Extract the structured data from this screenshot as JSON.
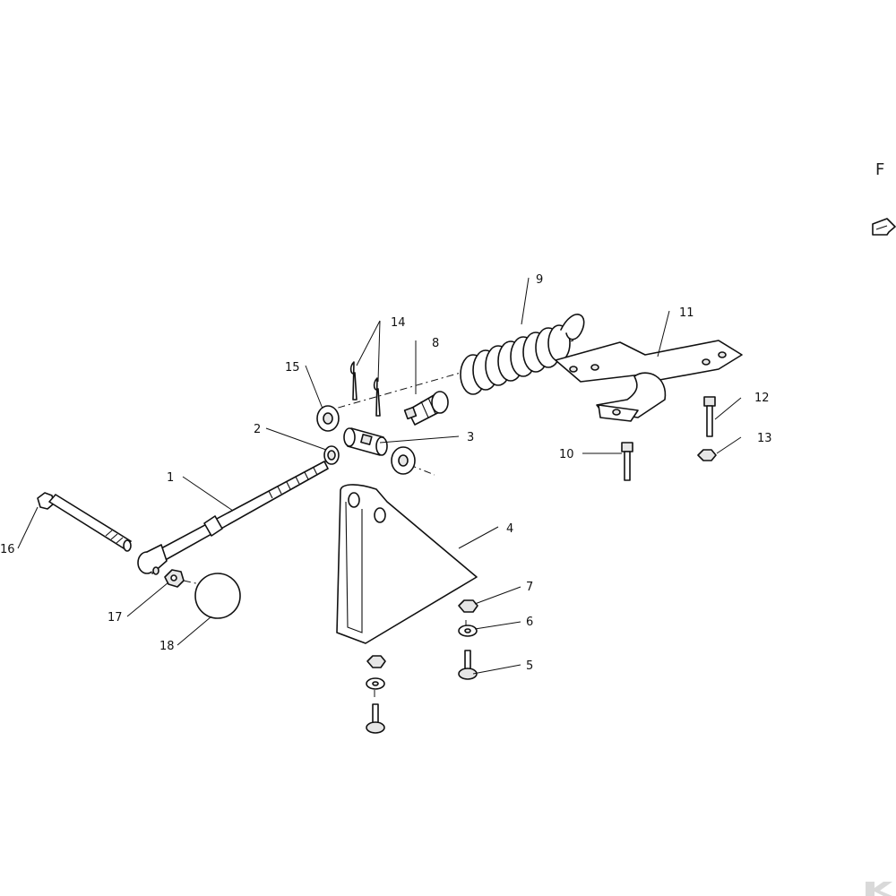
{
  "diagram": {
    "view_letter": "F",
    "callouts": [
      {
        "id": "c1",
        "label": "1"
      },
      {
        "id": "c2",
        "label": "2"
      },
      {
        "id": "c3",
        "label": "3"
      },
      {
        "id": "c4",
        "label": "4"
      },
      {
        "id": "c5",
        "label": "5"
      },
      {
        "id": "c6",
        "label": "6"
      },
      {
        "id": "c7",
        "label": "7"
      },
      {
        "id": "c8",
        "label": "8"
      },
      {
        "id": "c9",
        "label": "9"
      },
      {
        "id": "c10",
        "label": "10"
      },
      {
        "id": "c11",
        "label": "11"
      },
      {
        "id": "c12",
        "label": "12"
      },
      {
        "id": "c13",
        "label": "13"
      },
      {
        "id": "c14",
        "label": "14"
      },
      {
        "id": "c15",
        "label": "15"
      },
      {
        "id": "c16",
        "label": "16"
      },
      {
        "id": "c17",
        "label": "17"
      },
      {
        "id": "c18",
        "label": "18"
      }
    ],
    "colors": {
      "line": "#111111",
      "shade": "#e6e6e6",
      "watermark": "#d9d9d9"
    },
    "icons": [
      "direction-arrow-icon",
      "brand-logo-icon"
    ]
  }
}
